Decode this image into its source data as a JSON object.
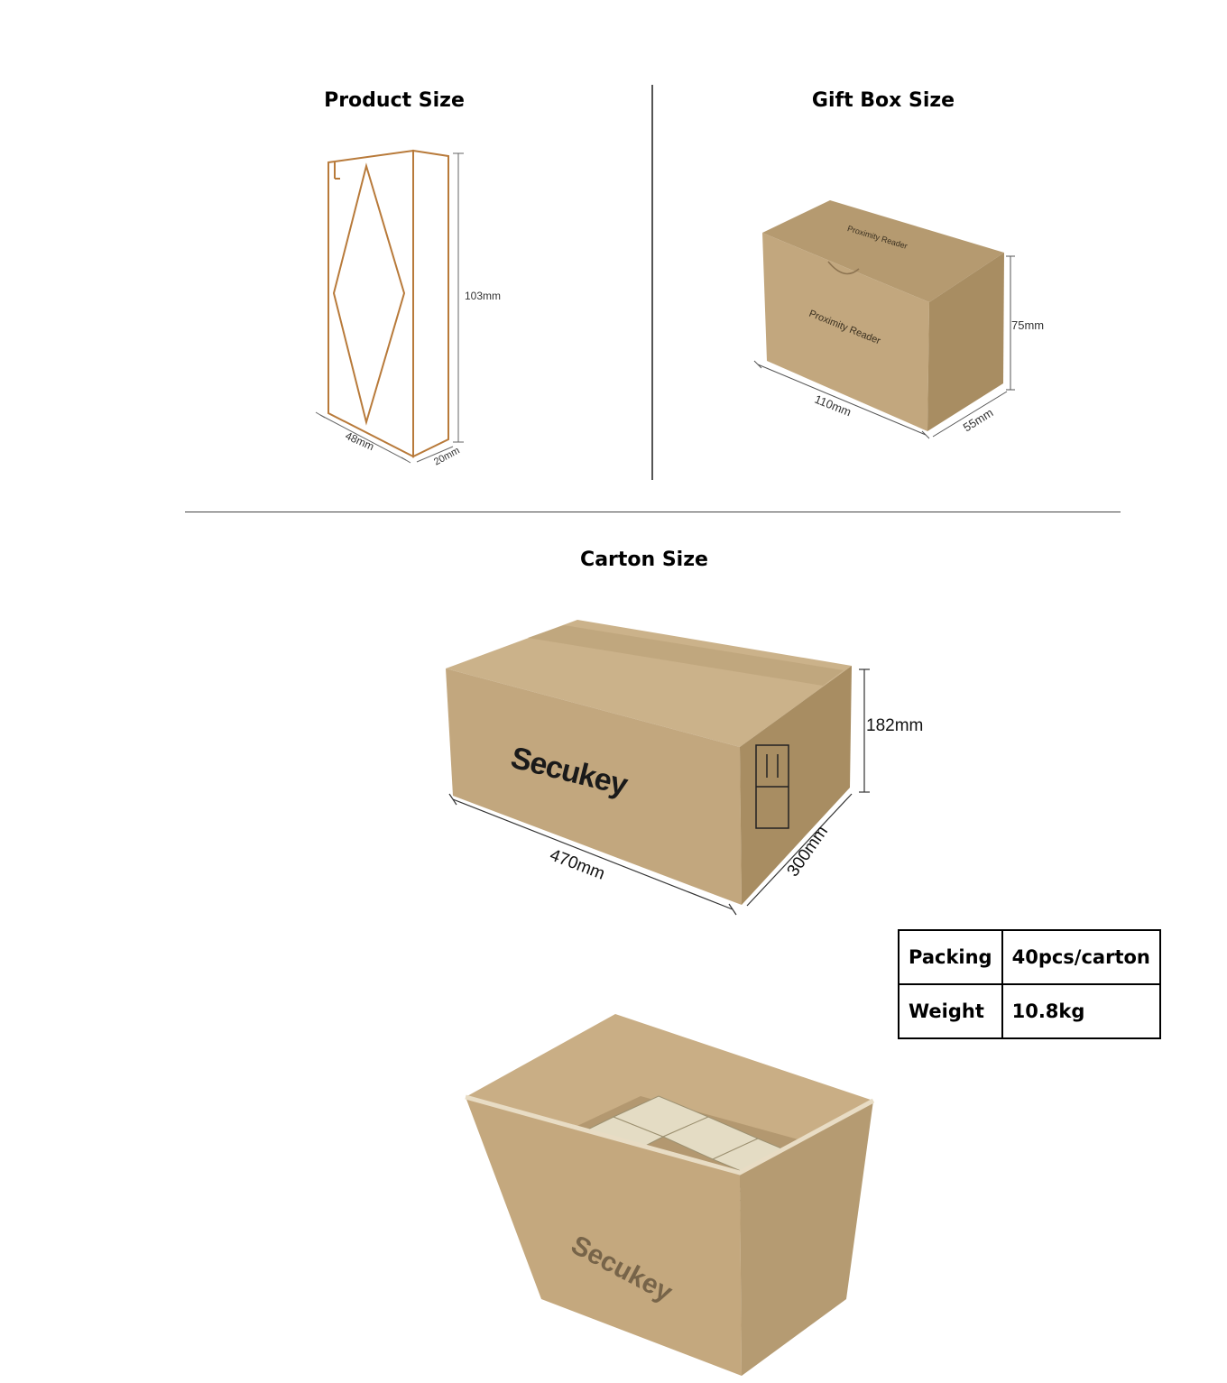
{
  "product": {
    "title": "Product Size",
    "height": "103mm",
    "width": "48mm",
    "depth": "20mm"
  },
  "giftbox": {
    "title": "Gift Box Size",
    "height": "75mm",
    "width": "110mm",
    "depth": "55mm",
    "print_top": "Proximity Reader",
    "print_front": "Proximity Reader"
  },
  "carton": {
    "title": "Carton Size",
    "height": "182mm",
    "width": "470mm",
    "depth": "300mm",
    "brand": "Secukey",
    "brand_inside": "Secukey"
  },
  "specs": {
    "packing_label": "Packing",
    "packing_value": "40pcs/carton",
    "weight_label": "Weight",
    "weight_value": "10.8kg"
  },
  "colors": {
    "outline": "#b87a3a",
    "cardboard": "#c2a77e",
    "cardboard_dark": "#a88d62",
    "cardboard_light": "#d4bd96"
  }
}
